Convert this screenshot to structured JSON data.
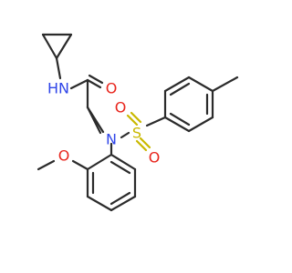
{
  "molecule": {
    "atom_labels": {
      "amide_nh": "H",
      "amide_n": "N",
      "carbonyl_o": "O",
      "sulfonyl_n": "N",
      "sulfur": "S",
      "sulfonyl_o_top": "O",
      "sulfonyl_o_bottom": "O",
      "methoxy_o": "O"
    },
    "colors": {
      "carbon_bond": "#2b2b2b",
      "nitrogen": "#2f45e8",
      "oxygen": "#e8251c",
      "sulfur": "#c9b800",
      "background": "#ffffff"
    }
  }
}
